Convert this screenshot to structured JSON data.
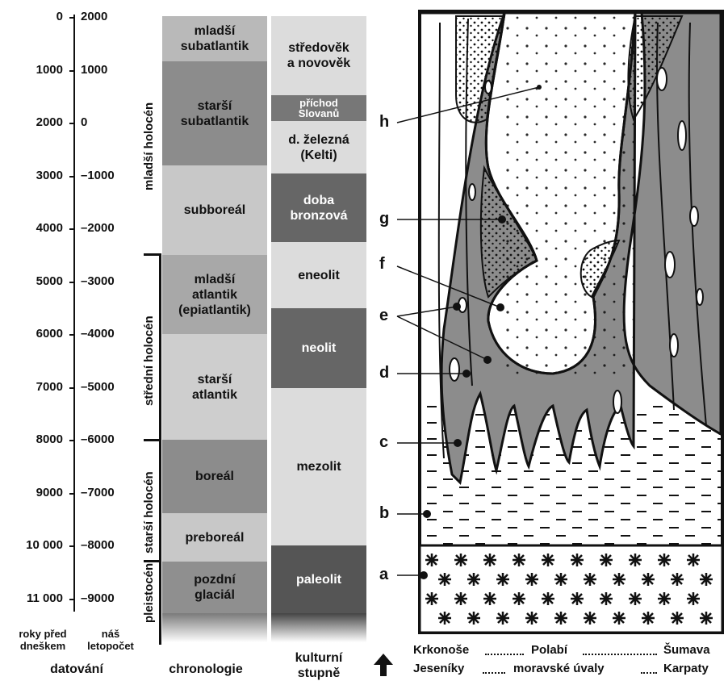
{
  "dating": {
    "bp_years": [
      "0",
      "1000",
      "2000",
      "3000",
      "4000",
      "5000",
      "6000",
      "7000",
      "8000",
      "9000",
      "10 000",
      "11 000"
    ],
    "calendar_years": [
      "2000",
      "1000",
      "0",
      "–1000",
      "–2000",
      "–3000",
      "–4000",
      "–5000",
      "–6000",
      "–7000",
      "–8000",
      "–9000"
    ],
    "bp_caption": "roky před\ndneškem",
    "calendar_caption": "náš\nletopočet",
    "caption": "datování"
  },
  "chronology": {
    "epochs": [
      "mladší holocén",
      "střední holocén",
      "starší holocén",
      "pleistocén"
    ],
    "periods": [
      {
        "label": "mladší\nsubatlantik",
        "shade": "#b9b9b9"
      },
      {
        "label": "starší\nsubatlantik",
        "shade": "#8c8c8c"
      },
      {
        "label": "subboreál",
        "shade": "#c8c8c8"
      },
      {
        "label": "mladší\natlantik\n(epiatlantik)",
        "shade": "#a8a8a8"
      },
      {
        "label": "starší\natlantik",
        "shade": "#cecece"
      },
      {
        "label": "boreál",
        "shade": "#8c8c8c"
      },
      {
        "label": "preboreál",
        "shade": "#c8c8c8"
      },
      {
        "label": "pozdní\nglaciál",
        "shade": "#8f8f8f"
      }
    ],
    "caption": "chronologie"
  },
  "culture": {
    "stages": [
      {
        "label": "středověk\na novověk",
        "shade": "#dcdcdc",
        "text": "#111111"
      },
      {
        "label": "příchod\nSlovanů",
        "shade": "#777777",
        "text": "#ffffff"
      },
      {
        "label": "d. železná\n(Kelti)",
        "shade": "#dcdcdc",
        "text": "#111111"
      },
      {
        "label": "doba\nbronzová",
        "shade": "#666666",
        "text": "#ffffff"
      },
      {
        "label": "eneolit",
        "shade": "#dcdcdc",
        "text": "#111111"
      },
      {
        "label": "neolit",
        "shade": "#666666",
        "text": "#ffffff"
      },
      {
        "label": "mezolit",
        "shade": "#dcdcdc",
        "text": "#111111"
      },
      {
        "label": "paleolit",
        "shade": "#555555",
        "text": "#ffffff"
      }
    ],
    "caption": "kulturní\nstupně",
    "arrow_icon": "up-arrow-icon"
  },
  "profile": {
    "labels": [
      "h",
      "g",
      "f",
      "e",
      "d",
      "c",
      "b",
      "a"
    ],
    "regions_row1": [
      "Krkonoše",
      "Polabí",
      "Šumava"
    ],
    "regions_row2": [
      "Jeseníky",
      "moravské úvaly",
      "Karpaty"
    ]
  }
}
